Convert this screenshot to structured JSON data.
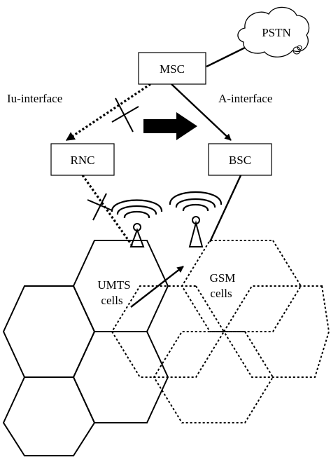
{
  "nodes": {
    "pstn": "PSTN",
    "msc": "MSC",
    "rnc": "RNC",
    "bsc": "BSC"
  },
  "interfaces": {
    "iu": "Iu-interface",
    "a": "A-interface"
  },
  "cells": {
    "umts_line1": "UMTS",
    "umts_line2": "cells",
    "gsm_line1": "GSM",
    "gsm_line2": "cells"
  }
}
